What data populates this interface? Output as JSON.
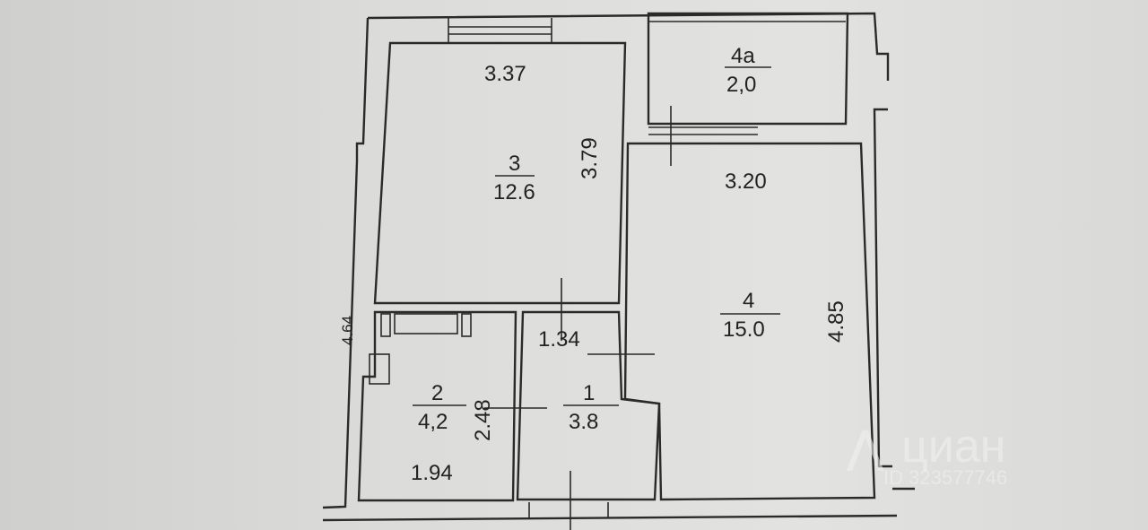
{
  "rooms": [
    {
      "number": "3",
      "area": "12.6",
      "width": "3.37",
      "length": "3.79"
    },
    {
      "number": "4a",
      "area": "2,0"
    },
    {
      "number": "4",
      "area": "15.0",
      "width": "3.20",
      "length": "4.85"
    },
    {
      "number": "2",
      "area": "4,2",
      "width": "1.94",
      "length": "2.48"
    },
    {
      "number": "1",
      "area": "3.8",
      "width": "1.34"
    }
  ],
  "dimensions": {
    "left_wall": "4.64"
  },
  "watermark": {
    "brand": "циан",
    "id": "ID 323577746"
  }
}
